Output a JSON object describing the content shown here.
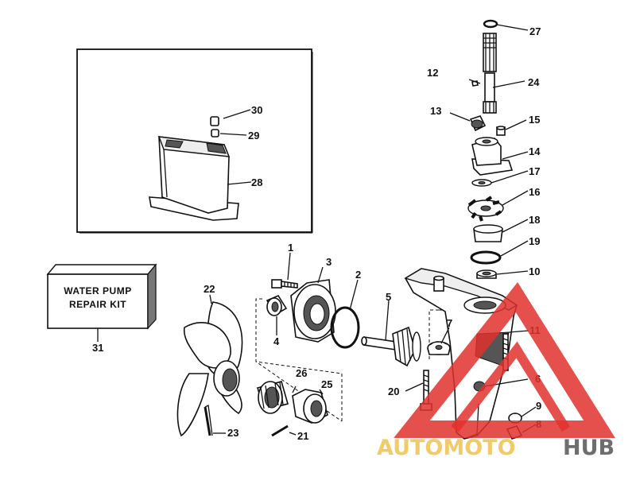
{
  "kit": {
    "line1": "WATER PUMP",
    "line2": "REPAIR KIT"
  },
  "callouts": {
    "c1": "1",
    "c2": "2",
    "c3": "3",
    "c4": "4",
    "c5": "5",
    "c6": "6",
    "c7": "7",
    "c8": "8",
    "c9": "9",
    "c10": "10",
    "c11": "11",
    "c12": "12",
    "c13": "13",
    "c14": "14",
    "c15": "15",
    "c16": "16",
    "c17": "17",
    "c18": "18",
    "c19": "19",
    "c20": "20",
    "c21": "21",
    "c22": "22",
    "c23": "23",
    "c24": "24",
    "c25": "25",
    "c26": "26",
    "c27": "27",
    "c28": "28",
    "c29": "29",
    "c30": "30",
    "c31": "31"
  },
  "watermark": {
    "part1": "AUTOMOTO",
    "part2": "HUB"
  },
  "colors": {
    "watermark_red": "#e0312e",
    "watermark_yellow": "#f2c14e",
    "watermark_grey": "#555555"
  }
}
